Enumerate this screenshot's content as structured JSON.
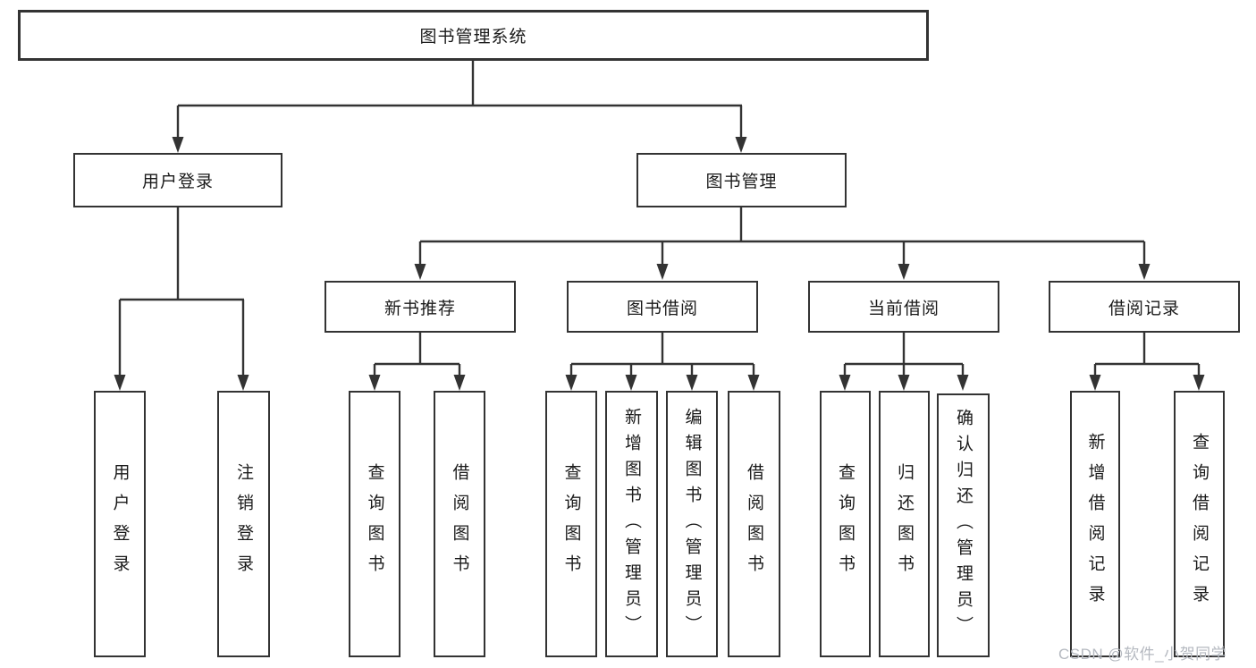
{
  "root": {
    "label": "图书管理系统"
  },
  "branches": {
    "user_login": {
      "label": "用户登录",
      "children": [
        "用户登录",
        "注销登录"
      ]
    },
    "book_management": {
      "label": "图书管理",
      "sections": [
        {
          "label": "新书推荐",
          "children": [
            "查询图书",
            "借阅图书"
          ]
        },
        {
          "label": "图书借阅",
          "children": [
            "查询图书",
            "新增图书（管理员）",
            "编辑图书（管理员）",
            "借阅图书"
          ]
        },
        {
          "label": "当前借阅",
          "children": [
            "查询图书",
            "归还图书",
            "确认归还（管理员）"
          ]
        },
        {
          "label": "借阅记录",
          "children": [
            "新增借阅记录",
            "查询借阅记录"
          ]
        }
      ]
    }
  },
  "watermark": {
    "text": "CSDN @软件_小贺同学"
  },
  "colors": {
    "line": "#333333",
    "box_border": "#333333",
    "text": "#1a1a1a",
    "background": "#ffffff",
    "watermark": "#b5b9c0"
  }
}
